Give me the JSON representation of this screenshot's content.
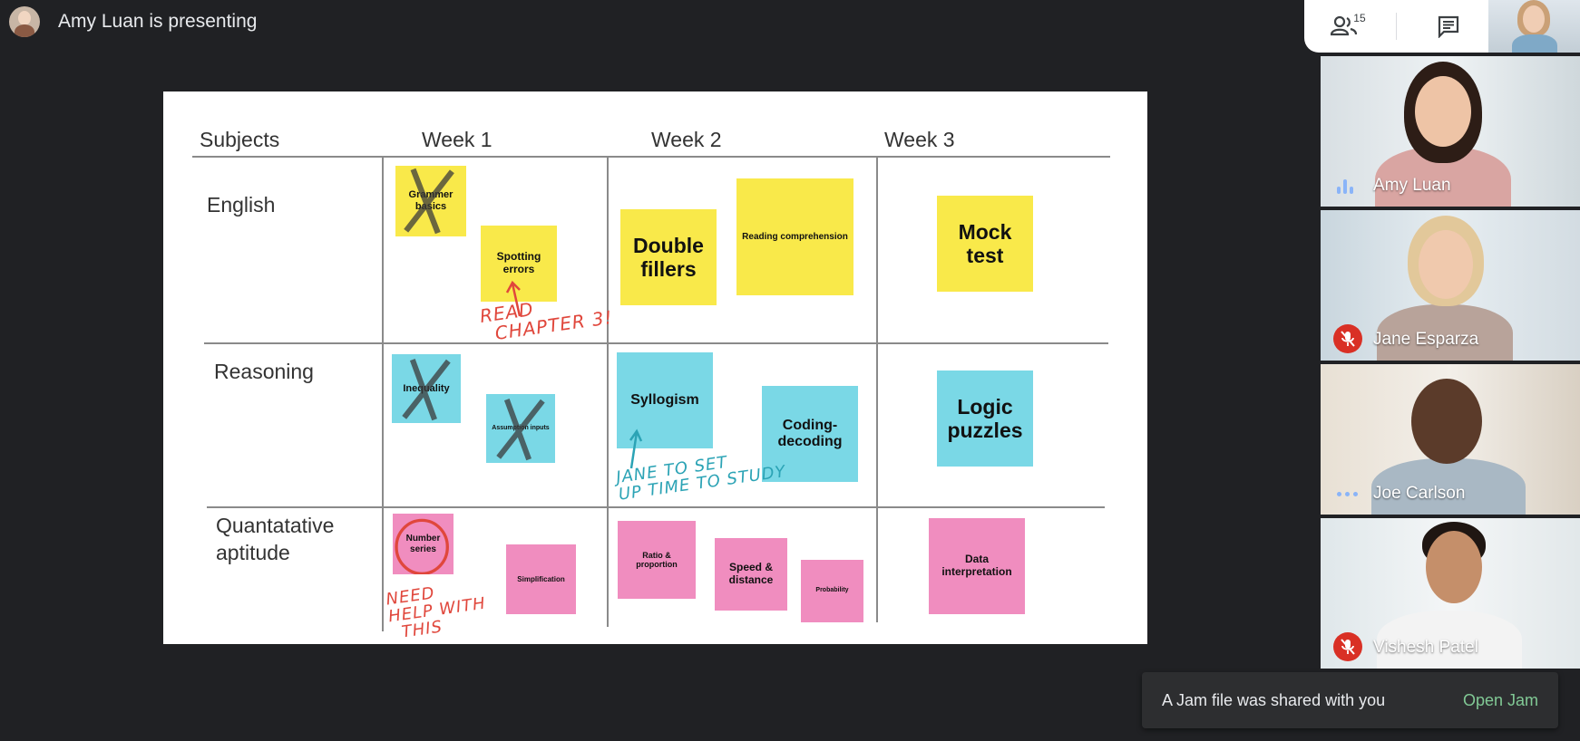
{
  "presenter": {
    "text": "Amy Luan is presenting"
  },
  "controls": {
    "people_count": "15"
  },
  "board": {
    "headers": {
      "subjects": "Subjects",
      "week1": "Week 1",
      "week2": "Week 2",
      "week3": "Week 3"
    },
    "rows": {
      "english": "English",
      "reasoning": "Reasoning",
      "quant_line1": "Quantatative",
      "quant_line2": "aptitude"
    },
    "notes": {
      "grammar": "Grammer basics",
      "spotting": "Spotting errors",
      "double": "Double fillers",
      "reading": "Reading comprehension",
      "mock": "Mock test",
      "inequality": "Inequality",
      "assumption": "Assumption inputs",
      "syllogism": "Syllogism",
      "coding": "Coding-decoding",
      "logic": "Logic puzzles",
      "number": "Number series",
      "simplification": "Simplification",
      "ratio": "Ratio & proportion",
      "speed": "Speed & distance",
      "probability": "Probability",
      "data": "Data interpretation"
    },
    "annotations": {
      "read1": "READ",
      "read2": "CHAPTER 3!",
      "jane1": "JANE TO SET",
      "jane2": "UP TIME TO STUDY",
      "help1": "NEED",
      "help2": "HELP WITH",
      "help3": "THIS"
    }
  },
  "participants": [
    {
      "name": "Amy Luan",
      "status": "speaking"
    },
    {
      "name": "Jane Esparza",
      "status": "muted"
    },
    {
      "name": "Joe Carlson",
      "status": "active"
    },
    {
      "name": "Vishesh Patel",
      "status": "muted"
    }
  ],
  "toast": {
    "message": "A Jam file was shared with you",
    "action": "Open Jam"
  },
  "colors": {
    "yellow_note": "#f9e94a",
    "cyan_note": "#7ad8e6",
    "pink_note": "#f08dbf",
    "annotation_red": "#e0473c",
    "annotation_teal": "#2ba3b5",
    "accent_green": "#81c995",
    "mute_red": "#d93025"
  }
}
